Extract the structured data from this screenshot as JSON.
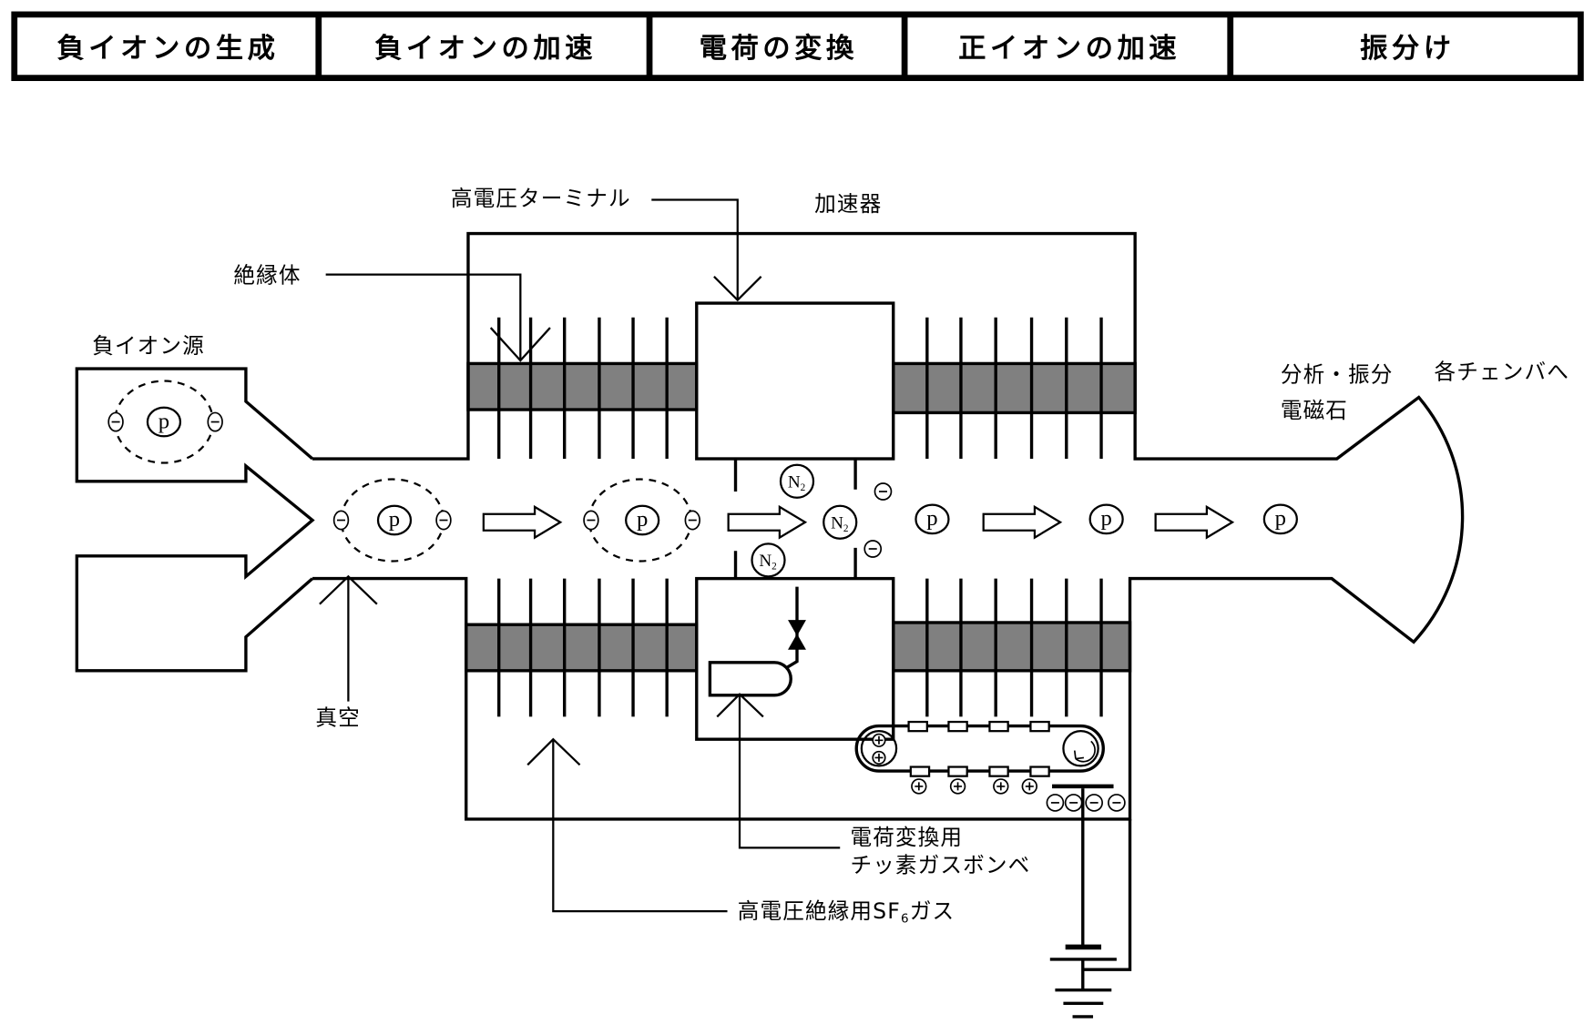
{
  "header": {
    "stages": [
      "負イオンの生成",
      "負イオンの加速",
      "電荷の変換",
      "正イオンの加速",
      "振分け"
    ]
  },
  "labels": {
    "high_voltage_terminal": "高電圧ターミナル",
    "accelerator": "加速器",
    "insulator": "絶縁体",
    "negative_ion_source": "負イオン源",
    "analyzing_magnet": [
      "分析・振分",
      "電磁石"
    ],
    "to_chambers": "各チェンバへ",
    "vacuum": "真空",
    "nitrogen_gas_bottle": [
      "電荷変換用",
      "チッ素ガスボンベ"
    ],
    "sf6_gas": {
      "prefix": "高電圧絶縁用SF",
      "subscript": "6",
      "suffix": "ガス"
    }
  },
  "particles": {
    "proton": "p",
    "nitrogen": {
      "symbol": "N",
      "subscript": "2"
    }
  },
  "colors": {
    "line": "#000000",
    "insulator": "#808080",
    "background": "#ffffff"
  }
}
